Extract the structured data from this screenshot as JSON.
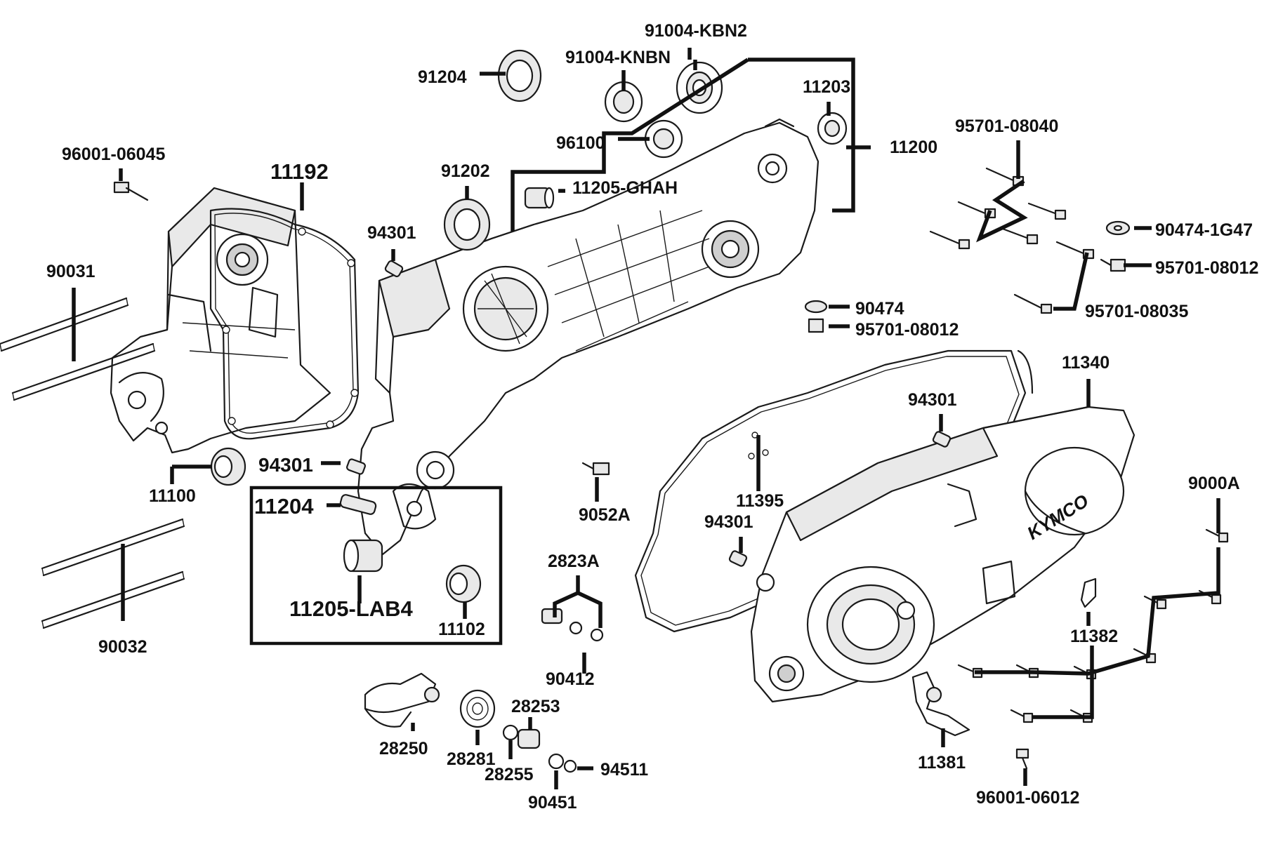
{
  "labels": {
    "p91004_kbn2": "91004-KBN2",
    "p91004_knbn": "91004-KNBN",
    "p91204": "91204",
    "p96100": "96100",
    "p11203": "11203",
    "p11200": "11200",
    "p96001_06045": "96001-06045",
    "p11192": "11192",
    "p91202": "91202",
    "p11205_ghah": "11205-GHAH",
    "p94301_a": "94301",
    "p90031": "90031",
    "p95701_08040": "95701-08040",
    "p90474_1g47": "90474-1G47",
    "p95701_08012_a": "95701-08012",
    "p95701_08035": "95701-08035",
    "p90474": "90474",
    "p95701_08012_b": "95701-08012",
    "p11100": "11100",
    "p94301_b": "94301",
    "p11204": "11204",
    "p11205_lab4": "11205-LAB4",
    "p11102": "11102",
    "p90032": "90032",
    "p94301_c": "94301",
    "p11340": "11340",
    "p9052a": "9052A",
    "p11395": "11395",
    "p94301_d": "94301",
    "p9000a": "9000A",
    "p2823a": "2823A",
    "p90412": "90412",
    "p11382": "11382",
    "p28253": "28253",
    "p28250": "28250",
    "p28281": "28281",
    "p28255": "28255",
    "p94511": "94511",
    "p90451": "90451",
    "p11381": "11381",
    "p96001_06012": "96001-06012"
  },
  "brand_text": "KYMCO"
}
